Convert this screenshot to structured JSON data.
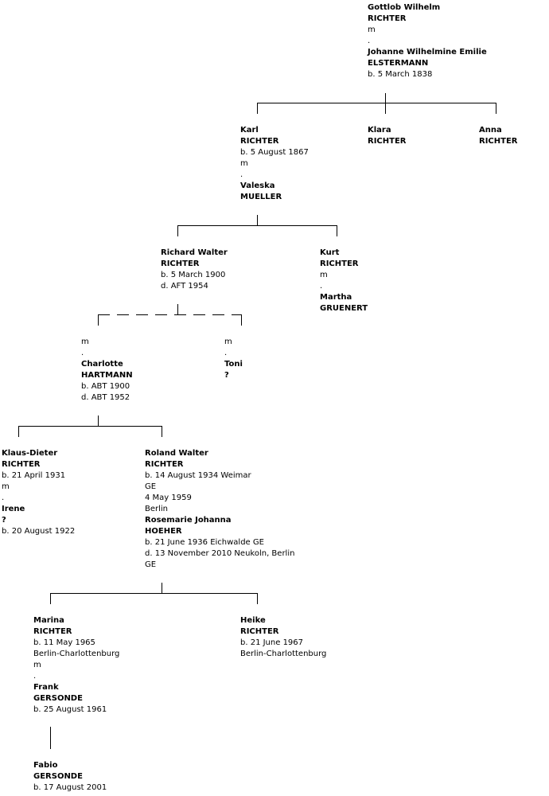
{
  "n_gottlob": [
    "Gottlob Wilhelm",
    "RICHTER",
    "m",
    ".",
    "Johanne Wilhelmine Emilie",
    "ELSTERMANN",
    "b. 5 March 1838"
  ],
  "n_karl": [
    "Karl",
    "RICHTER",
    "b. 5 August 1867",
    "m",
    ".",
    "Valeska",
    "MUELLER"
  ],
  "n_klara": [
    "Klara",
    "RICHTER"
  ],
  "n_anna": [
    "Anna",
    "RICHTER"
  ],
  "n_richard": [
    "Richard Walter",
    "RICHTER",
    "b. 5 March 1900",
    "d. AFT 1954"
  ],
  "n_kurt": [
    "Kurt",
    "RICHTER",
    "m",
    ".",
    "Martha",
    "GRUENERT"
  ],
  "n_charlotte": [
    "m",
    ".",
    "Charlotte",
    "HARTMANN",
    "b. ABT 1900",
    "d. ABT 1952"
  ],
  "n_toni": [
    "m",
    ".",
    "Toni",
    "?"
  ],
  "n_klausd": [
    "Klaus-Dieter",
    "RICHTER",
    "b. 21 April 1931",
    "m",
    ".",
    "Irene",
    "?",
    "b. 20 August 1922"
  ],
  "n_roland": [
    "Roland Walter",
    "RICHTER",
    "b. 14 August 1934 Weimar",
    "GE",
    "4 May 1959",
    "Berlin",
    "Rosemarie Johanna",
    "HOEHER",
    "b. 21 June 1936 Eichwalde GE",
    "d. 13 November 2010 Neukoln, Berlin",
    "GE"
  ],
  "n_marina": [
    "Marina",
    "RICHTER",
    "b. 11 May 1965",
    "Berlin-Charlottenburg",
    "m",
    ".",
    "Frank",
    "GERSONDE",
    "b. 25 August 1961"
  ],
  "n_heike": [
    "Heike",
    "RICHTER",
    "b. 21 June 1967",
    "Berlin-Charlottenburg"
  ],
  "n_fabio": [
    "Fabio",
    "GERSONDE",
    "b. 17 August 2001"
  ]
}
